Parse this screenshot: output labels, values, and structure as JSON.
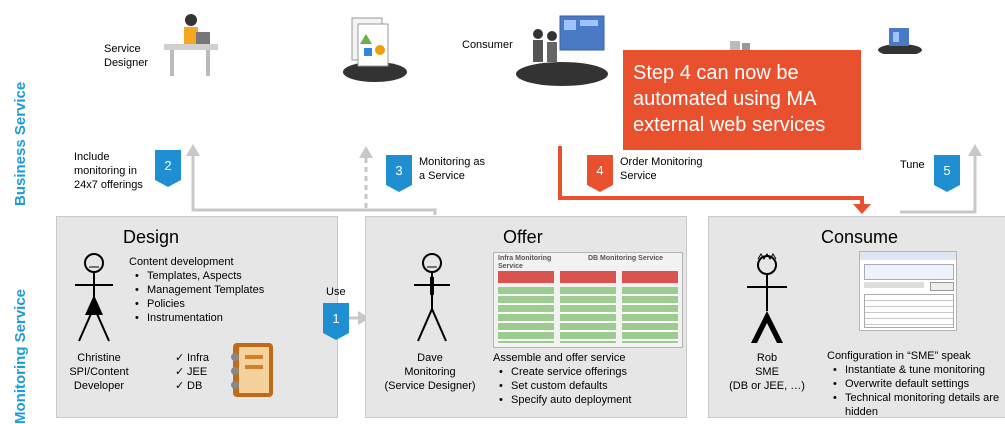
{
  "lanes": {
    "business": "Business Service",
    "monitoring": "Monitoring Service"
  },
  "actors": {
    "service_designer": "Service\nDesigner",
    "consumer": "Consumer"
  },
  "steps": [
    {
      "num": "2",
      "label": "Include\nmonitoring in\n24x7 offerings"
    },
    {
      "num": "3",
      "label": "Monitoring as\na Service"
    },
    {
      "num": "4",
      "label": "Order Monitoring\nService"
    },
    {
      "num": "5",
      "label": "Tune"
    },
    {
      "num": "1",
      "label": "Use"
    }
  ],
  "callout": "Step 4 can now be\nautomated using MA\nexternal web services",
  "design": {
    "title": "Design",
    "heading": "Content development",
    "bullets": [
      "Templates, Aspects",
      "Management Templates",
      "Policies",
      "Instrumentation"
    ],
    "person": "Christine\nSPI/Content\nDeveloper",
    "checks": [
      "Infra",
      "JEE",
      "DB"
    ]
  },
  "offer": {
    "title": "Offer",
    "person": "Dave\nMonitoring\n(Service Designer)",
    "infra_title": "Infra Monitoring\nService",
    "db_title": "DB Monitoring Service",
    "heading": "Assemble and offer service",
    "bullets": [
      "Create service offerings",
      "Set custom defaults",
      "Specify auto deployment"
    ]
  },
  "consume": {
    "title": "Consume",
    "person": "Rob\nSME\n(DB or JEE, …)",
    "heading": "Configuration in “SME” speak",
    "bullets": [
      "Instantiate & tune monitoring",
      "Overwrite default settings",
      "Technical monitoring details are\nhidden"
    ]
  },
  "colors": {
    "accent_blue": "#1f8fd2",
    "accent_red": "#e8502e",
    "lane_label": "#1f9bd7",
    "panel": "#e6e6e6"
  }
}
